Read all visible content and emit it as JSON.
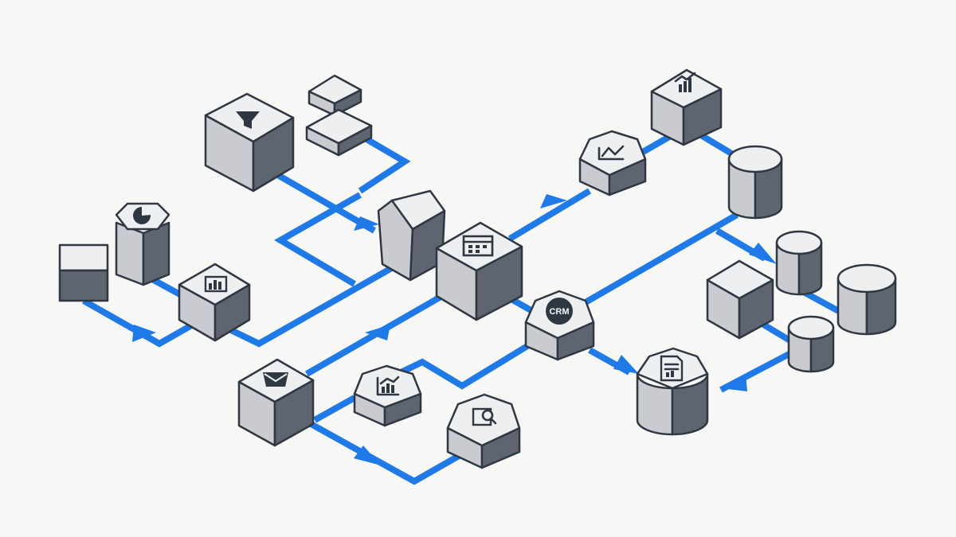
{
  "diagram": {
    "labels": {
      "crm": "CRM"
    },
    "colors": {
      "background": "#f7f7f6",
      "connector": "#1f7ae8",
      "block_top": "#eeeff1",
      "block_left": "#c9cbd0",
      "block_right": "#5e6570",
      "outline": "#2f3742"
    },
    "nodes": [
      {
        "id": "small-tile",
        "shape": "flat-block",
        "icon": "none"
      },
      {
        "id": "pie-chart-cylinder",
        "shape": "hex-prism",
        "icon": "pie-chart-icon"
      },
      {
        "id": "bar-chart-cube",
        "shape": "cube",
        "icon": "bar-chart-icon"
      },
      {
        "id": "funnel-cube",
        "shape": "cube",
        "icon": "funnel-icon"
      },
      {
        "id": "stacked-slabs",
        "shape": "stacked-slabs",
        "icon": "none"
      },
      {
        "id": "tilted-block",
        "shape": "prism",
        "icon": "none"
      },
      {
        "id": "calendar-cube",
        "shape": "cube",
        "icon": "calendar-icon"
      },
      {
        "id": "trend-hex",
        "shape": "hex-prism",
        "icon": "trend-line-icon"
      },
      {
        "id": "growth-chart-cube",
        "shape": "cube",
        "icon": "growth-chart-icon"
      },
      {
        "id": "database-tall",
        "shape": "cylinder",
        "icon": "none"
      },
      {
        "id": "database-mid",
        "shape": "cylinder",
        "icon": "none"
      },
      {
        "id": "database-large",
        "shape": "cylinder",
        "icon": "none"
      },
      {
        "id": "database-small",
        "shape": "cylinder",
        "icon": "none"
      },
      {
        "id": "plain-cube-right",
        "shape": "cube",
        "icon": "none"
      },
      {
        "id": "crm-hex",
        "shape": "hex-prism",
        "icon": "crm-badge-icon"
      },
      {
        "id": "report-cylinder",
        "shape": "cylinder",
        "icon": "report-document-icon"
      },
      {
        "id": "email-cube",
        "shape": "cube",
        "icon": "email-icon"
      },
      {
        "id": "analytics-hex",
        "shape": "hex-prism",
        "icon": "bar-chart-trend-icon"
      },
      {
        "id": "search-hex",
        "shape": "hex-prism",
        "icon": "search-document-icon"
      }
    ]
  }
}
